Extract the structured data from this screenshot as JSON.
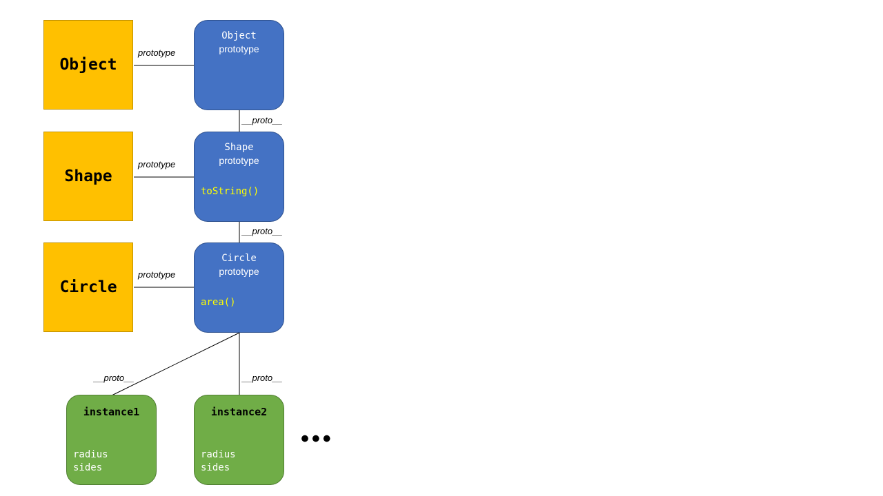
{
  "constructors": [
    {
      "name": "Object"
    },
    {
      "name": "Shape"
    },
    {
      "name": "Circle"
    }
  ],
  "prototypes": [
    {
      "name": "Object",
      "kind": "prototype",
      "method": ""
    },
    {
      "name": "Shape",
      "kind": "prototype",
      "method": "toString()"
    },
    {
      "name": "Circle",
      "kind": "prototype",
      "method": "area()"
    }
  ],
  "instances": [
    {
      "name": "instance1",
      "props": [
        "radius",
        "sides"
      ]
    },
    {
      "name": "instance2",
      "props": [
        "radius",
        "sides"
      ]
    }
  ],
  "labels": {
    "prototype": "prototype",
    "proto": "__proto__"
  },
  "ellipsis": "•••",
  "colors": {
    "constructor_fill": "#FFC000",
    "prototype_fill": "#4472C4",
    "instance_fill": "#70AD47",
    "method_text": "#FFFF00"
  }
}
